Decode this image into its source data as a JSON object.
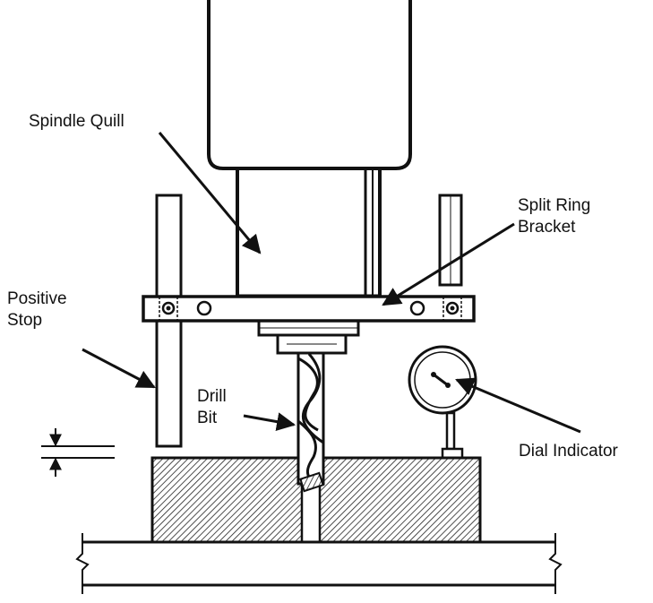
{
  "labels": {
    "spindle_quill": "Spindle Quill",
    "split_ring_bracket_line1": "Split Ring",
    "split_ring_bracket_line2": "Bracket",
    "positive_stop_line1": "Positive",
    "positive_stop_line2": "Stop",
    "drill_bit_line1": "Drill",
    "drill_bit_line2": "Bit",
    "dial_indicator": "Dial Indicator"
  }
}
